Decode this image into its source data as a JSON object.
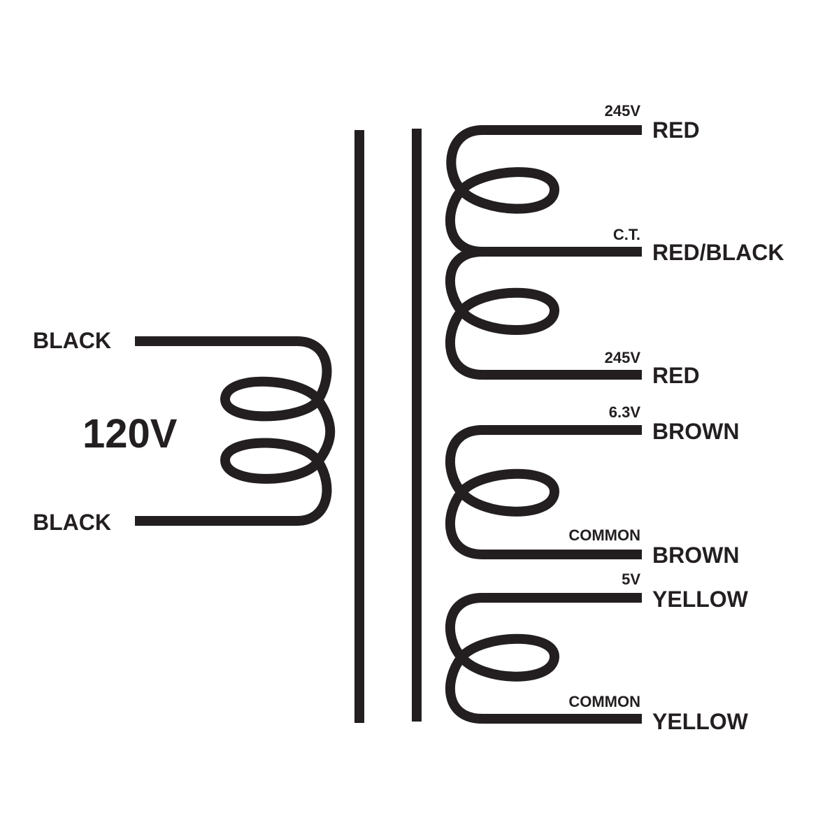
{
  "primary": {
    "voltage": "120V",
    "leads": [
      "BLACK",
      "BLACK"
    ]
  },
  "secondaries": [
    {
      "taps": [
        {
          "voltage": "245V",
          "wire": "RED"
        },
        {
          "voltage": "C.T.",
          "wire": "RED/BLACK"
        },
        {
          "voltage": "245V",
          "wire": "RED"
        }
      ]
    },
    {
      "taps": [
        {
          "voltage": "6.3V",
          "wire": "BROWN"
        },
        {
          "voltage": "COMMON",
          "wire": "BROWN"
        }
      ]
    },
    {
      "taps": [
        {
          "voltage": "5V",
          "wire": "YELLOW"
        },
        {
          "voltage": "COMMON",
          "wire": "YELLOW"
        }
      ]
    }
  ],
  "colors": {
    "ink": "#231f20",
    "background": "#ffffff"
  }
}
